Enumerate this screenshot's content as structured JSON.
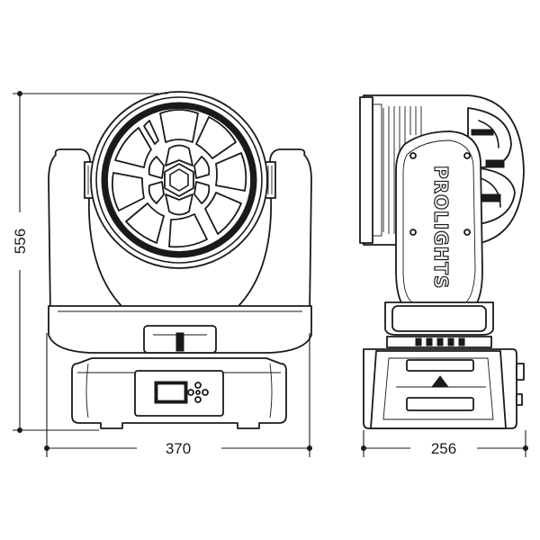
{
  "dimensions": {
    "height_label": "556",
    "width_front_label": "370",
    "depth_side_label": "256"
  },
  "brand": "PROLIGHTS",
  "colors": {
    "ink": "#1a1a1a",
    "paper": "#ffffff"
  }
}
